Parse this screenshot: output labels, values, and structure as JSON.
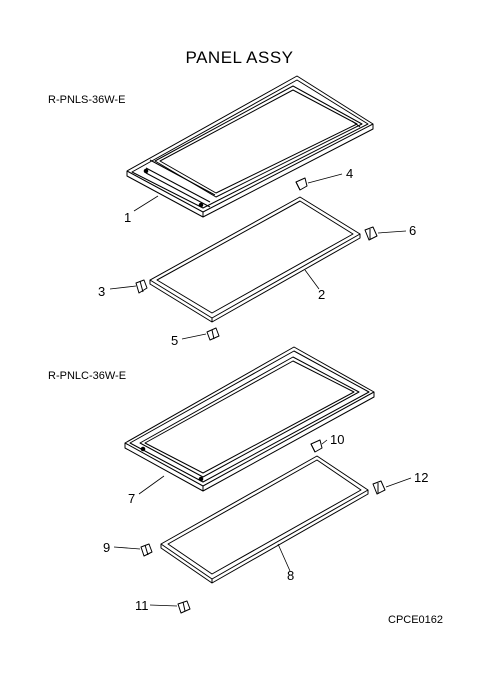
{
  "title": "PANEL ASSY",
  "models": [
    "R-PNLS-36W-E",
    "R-PNLC-36W-E"
  ],
  "drawing_code": "CPCE0162",
  "part_numbers": [
    "1",
    "2",
    "3",
    "4",
    "5",
    "6",
    "7",
    "8",
    "9",
    "10",
    "11",
    "12"
  ]
}
